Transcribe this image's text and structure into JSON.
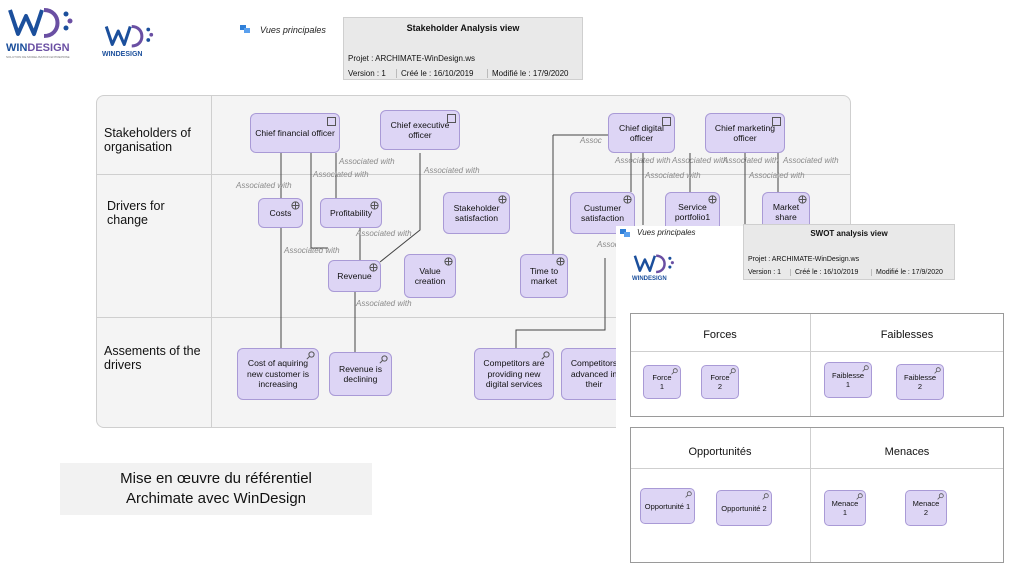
{
  "brand": {
    "logo_text": "WINDESIGN",
    "logo_word_win": "WIN",
    "logo_word_design": "DESIGN",
    "tagline": "SOLUTION DE MODELISATION ENTREPRISE",
    "colors": {
      "blue": "#1b4f9c",
      "purple": "#6a4fa3"
    }
  },
  "stakeholder_view": {
    "vues_label": "Vues principales",
    "title": "Stakeholder Analysis view",
    "project": "Projet : ARCHIMATE-WinDesign.ws",
    "version": "Version : 1",
    "created": "Créé le : 16/10/2019",
    "modified": "Modifié le : 17/9/2020"
  },
  "lanes": [
    {
      "label": "Stakeholders of organisation"
    },
    {
      "label": "Drivers for change"
    },
    {
      "label": "Assements of the drivers"
    }
  ],
  "elements": {
    "cfo": "Chief financial officer",
    "ceo": "Chief executive officer",
    "cdo": "Chief digital officer",
    "cmo": "Chief marketing officer",
    "costs": "Costs",
    "profitability": "Profitability",
    "stakeholder_satisfaction": "Stakeholder satisfaction",
    "customer_satisfaction": "Custumer satisfaction",
    "service_portfolio": "Service portfolio1",
    "market_share": "Market share",
    "revenue": "Revenue",
    "value_creation": "Value creation",
    "time_to_market": "Time to market",
    "cost_acquiring": "Cost of aquiring new customer is increasing",
    "revenue_declining": "Revenue is declining",
    "competitors_digital": "Competitors are providing new digital services",
    "competitors_advanced": "Competitors advanced in their"
  },
  "association_label": "Associated with",
  "association_label_partial": "Associ",
  "association_label_partial2": "Assoc",
  "swot_view": {
    "vues_label": "Vues principales",
    "title": "SWOT analysis view",
    "project": "Projet : ARCHIMATE-WinDesign.ws",
    "version": "Version : 1",
    "created": "Créé le : 16/10/2019",
    "modified": "Modifié le : 17/9/2020",
    "quadrants": {
      "forces": {
        "title": "Forces",
        "items": [
          "Force 1",
          "Force 2"
        ]
      },
      "faiblesses": {
        "title": "Faiblesses",
        "items": [
          "Faiblesse 1",
          "Faiblesse 2"
        ]
      },
      "opportunites": {
        "title": "Opportunités",
        "items": [
          "Opportunité 1",
          "Opportunité 2"
        ]
      },
      "menaces": {
        "title": "Menaces",
        "items": [
          "Menace 1",
          "Menace 2"
        ]
      }
    }
  },
  "footer": {
    "line1": "Mise en œuvre du référentiel",
    "line2": "Archimate avec WinDesign"
  }
}
